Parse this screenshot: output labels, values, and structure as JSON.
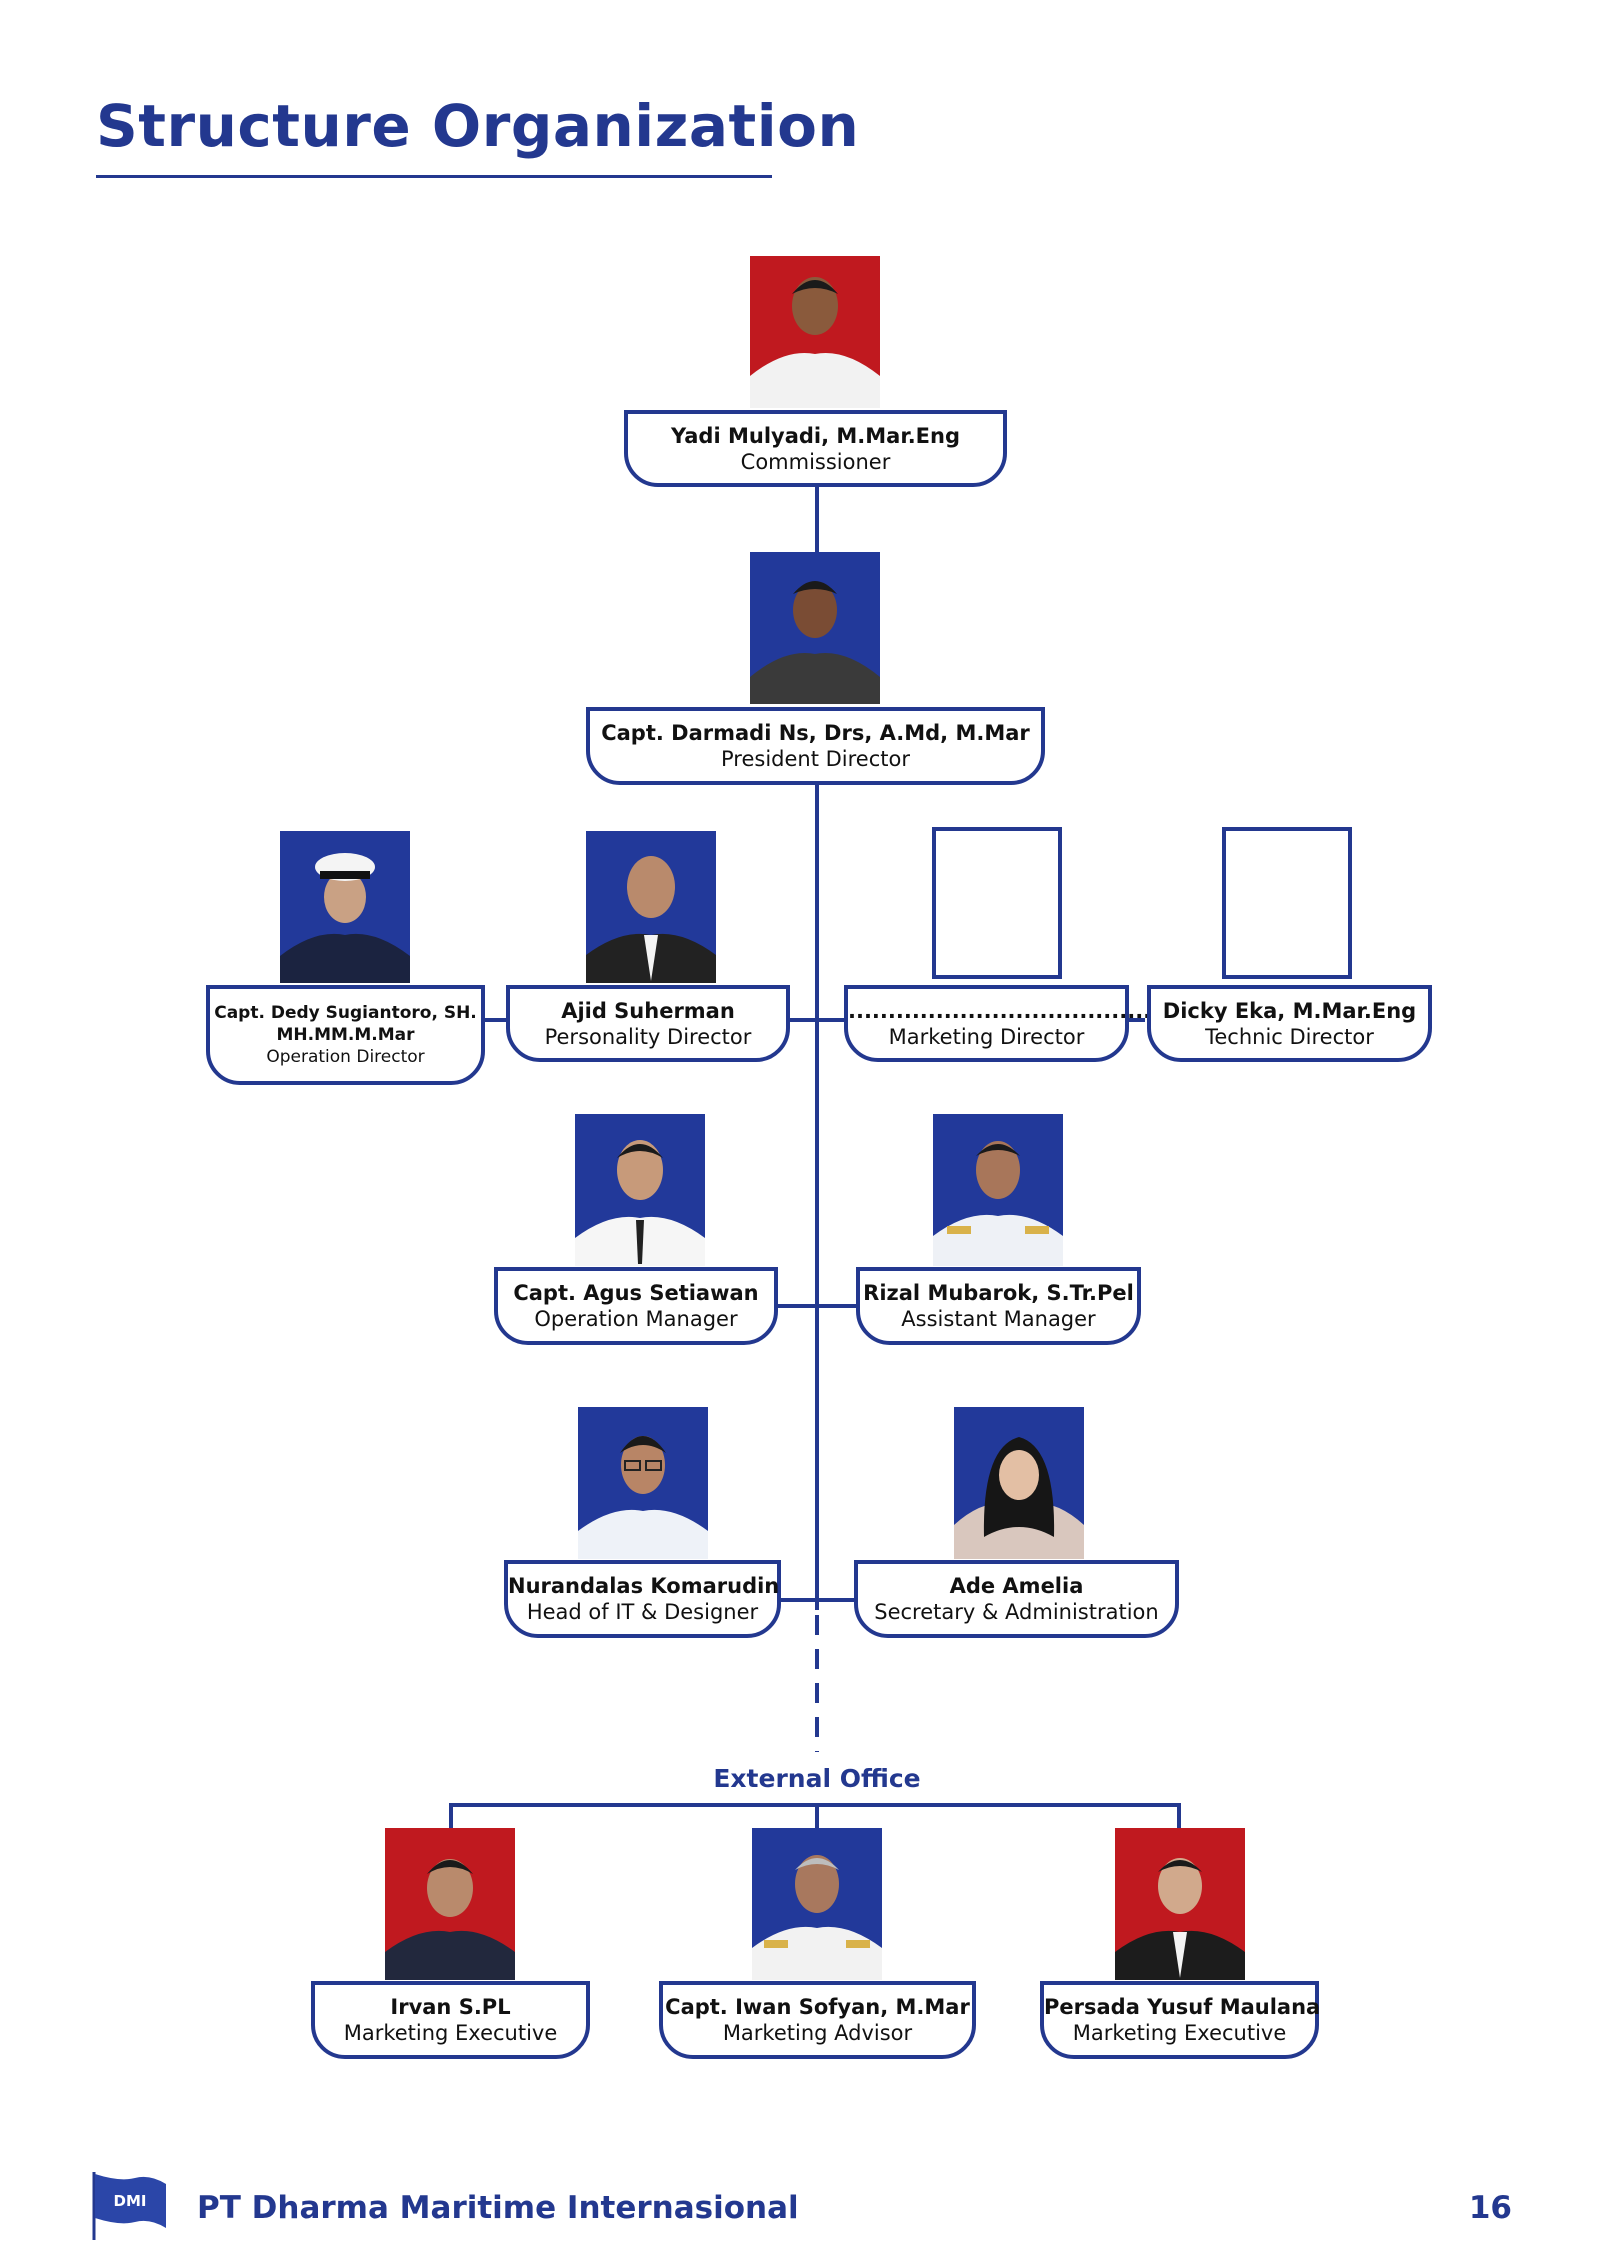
{
  "page": {
    "title": "Structure Organization",
    "page_number": "16"
  },
  "footer": {
    "company": "PT Dharma Maritime Internasional",
    "logo_text": "DMI"
  },
  "colors": {
    "primary": "#23388f",
    "photo_red": "#c0191f",
    "photo_blue": "#22399a"
  },
  "external_office": "External Office",
  "people": {
    "commissioner": {
      "name": "Yadi Mulyadi, M.Mar.Eng",
      "role": "Commissioner"
    },
    "president": {
      "name": "Capt. Darmadi Ns, Drs,  A.Md, M.Mar",
      "role": "President Director"
    },
    "operation_director": {
      "name_line1": "Capt. Dedy Sugiantoro, SH.",
      "name_line2": "MH.MM.M.Mar",
      "role": "Operation Director"
    },
    "personality_director": {
      "name": "Ajid Suherman",
      "role": "Personality Director"
    },
    "marketing_director": {
      "name": "......................................",
      "role": "Marketing Director"
    },
    "technic_director": {
      "name": "Dicky Eka, M.Mar.Eng",
      "role": "Technic Director"
    },
    "operation_manager": {
      "name": "Capt. Agus Setiawan",
      "role": "Operation Manager"
    },
    "assistant_manager": {
      "name": "Rizal Mubarok, S.Tr.Pel",
      "role": "Assistant Manager"
    },
    "head_it": {
      "name": "Nurandalas Komarudin",
      "role": "Head of IT & Designer"
    },
    "secretary": {
      "name": "Ade Amelia",
      "role": "Secretary & Administration"
    },
    "ext_1": {
      "name": "Irvan S.PL",
      "role": "Marketing Executive"
    },
    "ext_2": {
      "name": "Capt. Iwan Sofyan, M.Mar",
      "role": "Marketing Advisor"
    },
    "ext_3": {
      "name": "Persada Yusuf Maulana",
      "role": "Marketing Executive"
    }
  }
}
